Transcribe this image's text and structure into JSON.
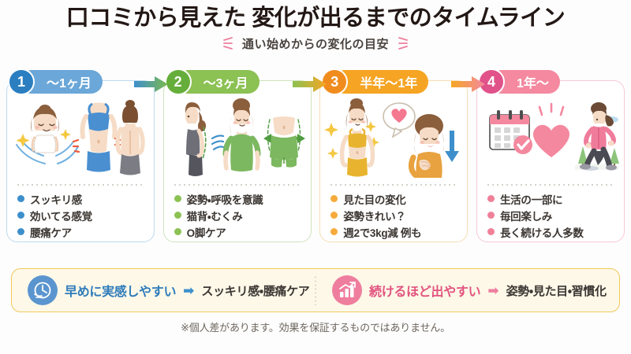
{
  "header": {
    "title": "口コミから見えた 変化が出るまでのタイムライン",
    "subtitle": "通い始めからの変化の目安"
  },
  "steps": [
    {
      "number": "1",
      "period": "〜1ヶ月",
      "accent": "#6ba7d8",
      "badge_color": "#2b7fc0",
      "border": "#bcd9ee",
      "bullets": [
        "スッキリ感",
        "効いてる感覚",
        "腰痛ケア"
      ],
      "illustration": "smiling-woman-sparkles-torso-back-view"
    },
    {
      "number": "2",
      "period": "〜3ヶ月",
      "accent": "#8cc153",
      "badge_color": "#66ae3b",
      "border": "#cfe3bd",
      "bullets": [
        "姿勢・呼吸を意識",
        "猫背・むくみ",
        "O脚ケア"
      ],
      "illustration": "posture-profile-woman-green-shirt-waist-arrows"
    },
    {
      "number": "3",
      "period": "半年〜1年",
      "accent": "#f6a423",
      "badge_color": "#f08c1e",
      "border": "#f6ddb4",
      "bullets": [
        "見た目の変化",
        "姿勢きれい？",
        "週2で3kg減 例も"
      ],
      "illustration": "yellow-sportswear-woman-heart-bubble-down-arrow"
    },
    {
      "number": "4",
      "period": "1年〜",
      "accent": "#f4899f",
      "badge_color": "#e1528a",
      "border": "#f6c9d4",
      "bullets": [
        "生活の一部に",
        "毎回楽しみ",
        "長く続ける人多数"
      ],
      "illustration": "calendar-check-heart-walking-woman"
    }
  ],
  "summary": {
    "left": {
      "icon": "clock-icon",
      "label": "早めに実感しやすい",
      "arrow": "➡",
      "value": "スッキリ感・腰痛ケア",
      "color": "#2f7cbb"
    },
    "right": {
      "icon": "bar-chart-growth-icon",
      "label": "続けるほど出やすい",
      "arrow": "➡",
      "value": "姿勢・見た目・習慣化",
      "color": "#e2537f"
    }
  },
  "footnote": "※個人差があります。効果を保証するものではありません。"
}
